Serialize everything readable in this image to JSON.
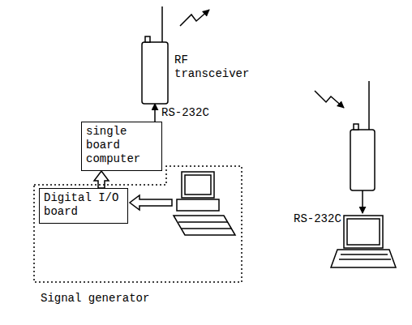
{
  "diagram": {
    "nodes": [
      {
        "text": [
          "RF transceiver"
        ]
      },
      {
        "text": [
          "single board computer"
        ]
      },
      {
        "text": [
          "Signal generator"
        ]
      },
      {
        "text": [
          "Digital I/O board"
        ],
        "in": 2
      }
    ],
    "edges": [
      {
        "from": 1,
        "to": 0,
        "arrow": "to",
        "label": "RS-232C"
      },
      {
        "from": 3,
        "to": 1,
        "arrow": "to"
      }
    ],
    "labels": [
      "RS-232C"
    ]
  }
}
